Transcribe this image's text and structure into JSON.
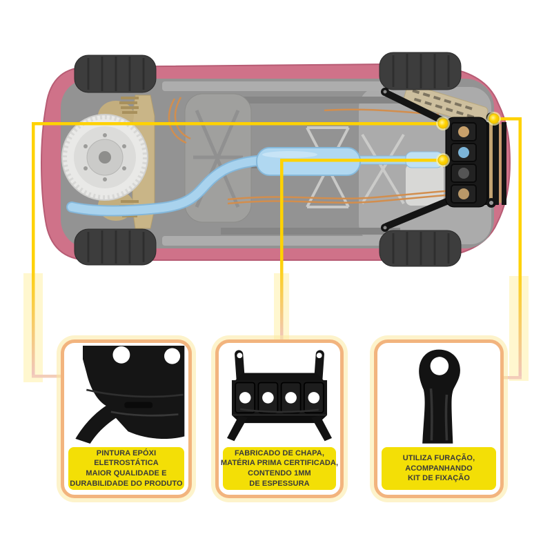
{
  "diagram": {
    "type": "annotated-product-infographic",
    "subject": "car underbody seen from below with engine skid plate highlighted",
    "colors": {
      "callout_yellow": "#FFD200",
      "callout_fade_pink": "#F3CDB9",
      "dot_yellow": "#FFD400",
      "caption_bg": "#F3DF06",
      "caption_text": "#3A3A3A",
      "card_border": "#F2B47E",
      "card_glow": "#FBE9A0",
      "body_pink": "#CF7289",
      "chassis_gray": "#939393",
      "exhaust_blue": "#A9D3EE",
      "axle_beige": "#C9B587",
      "copper_line": "#D28E4E",
      "part_black": "#161616",
      "hole_tan": "#C8A06A",
      "hole_blue": "#7CB5D9"
    }
  },
  "cards": [
    {
      "id": "epoxy-paint",
      "image": "skid-plate-corner-closeup",
      "lines": [
        "PINTURA EPÓXI",
        "ELETROSTÁTICA",
        "MAIOR QUALIDADE E",
        "DURABILIDADE DO PRODUTO"
      ]
    },
    {
      "id": "certified-sheet-steel",
      "image": "skid-plate-front-view",
      "lines": [
        "FABRICADO DE CHAPA,",
        "MATÉRIA PRIMA CERTIFICADA,",
        "CONTENDO 1MM",
        "DE ESPESSURA"
      ]
    },
    {
      "id": "fixing-kit",
      "image": "mounting-bracket-closeup",
      "lines": [
        "UTILIZA FURAÇÃO,",
        "ACOMPANHANDO",
        "KIT DE FIXAÇÃO"
      ]
    }
  ]
}
